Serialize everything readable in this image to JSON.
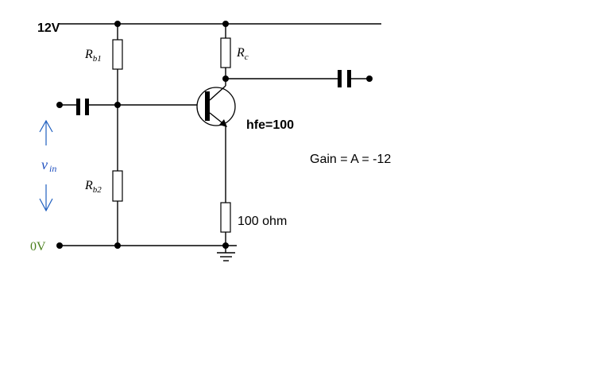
{
  "labels": {
    "supply": "12V",
    "ground": "0V",
    "rb1_main": "R",
    "rb1_sub": "b1",
    "rb2_main": "R",
    "rb2_sub": "b2",
    "rc_main": "R",
    "rc_sub": "c",
    "vin_main": "v",
    "vin_sub": "in",
    "hfe": "hfe=100",
    "emitter_resistor": "100 ohm",
    "gain": "Gain = A = -12"
  },
  "colors": {
    "wire": "#000000",
    "ground_label": "#4a7f1c",
    "vin": "#1f4fbf"
  }
}
